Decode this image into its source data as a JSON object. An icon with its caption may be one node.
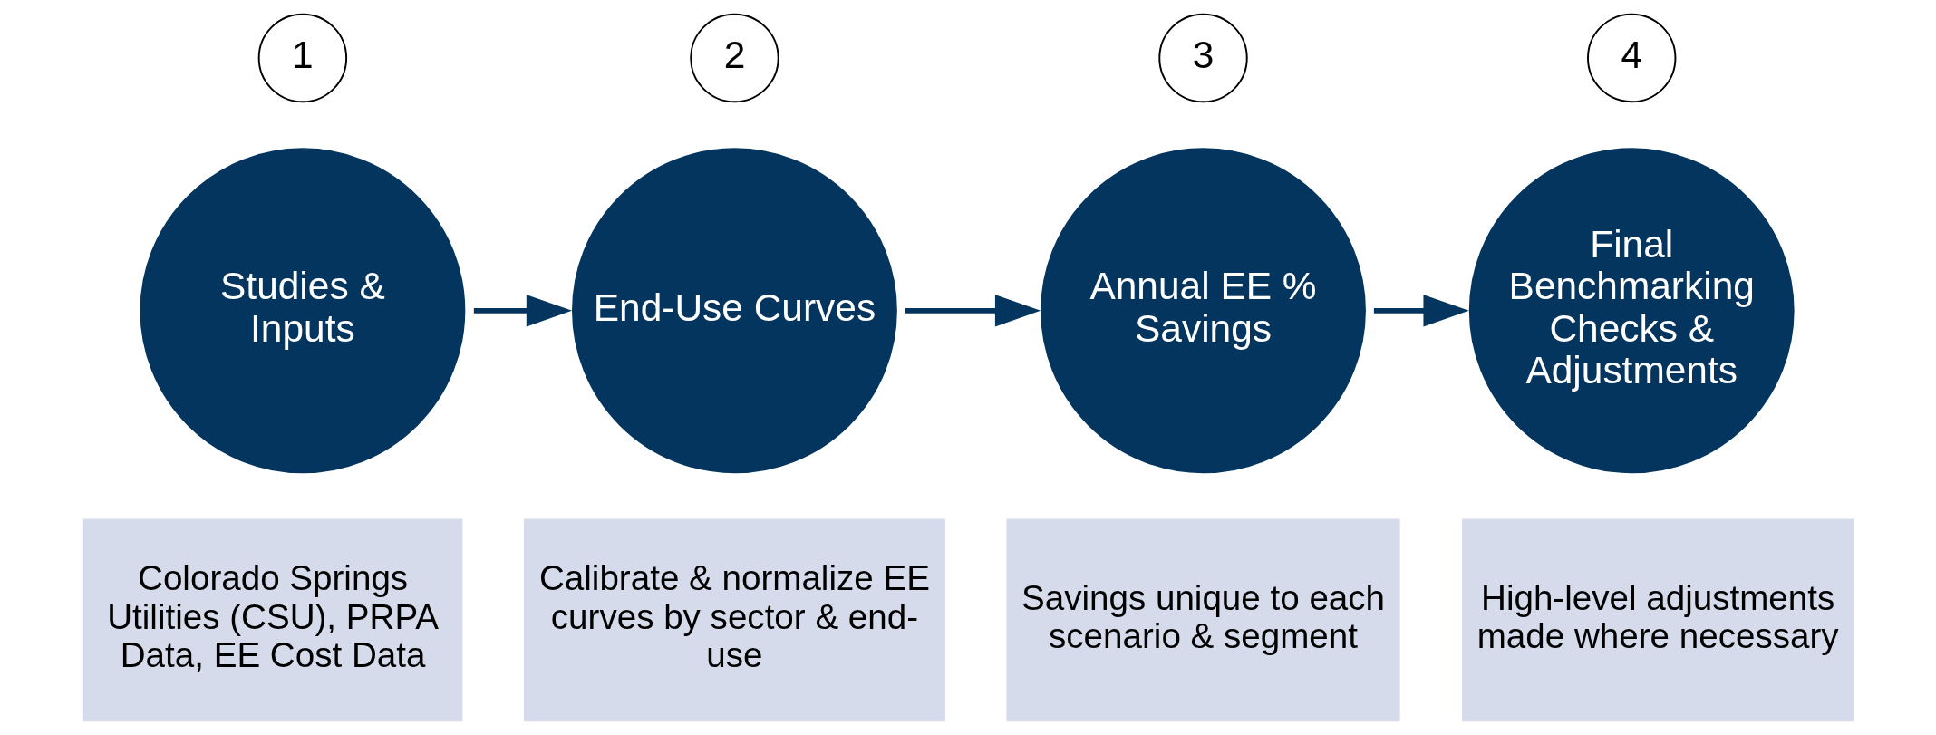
{
  "diagram": {
    "nodes": [
      {
        "text": [
          "1"
        ]
      },
      {
        "text": [
          "Studies & Inputs"
        ]
      },
      {
        "text": [
          "Colorado Springs Utilities (CSU), PRPA Data, EE Cost Data"
        ]
      },
      {
        "text": [
          "2"
        ]
      },
      {
        "text": [
          "End-Use Curves"
        ]
      },
      {
        "text": [
          "Calibrate & normalize EE curves by sector & end-use"
        ]
      },
      {
        "text": [
          "3"
        ]
      },
      {
        "text": [
          "Annual EE % Savings"
        ]
      },
      {
        "text": [
          "Savings unique to each scenario & segment"
        ]
      },
      {
        "text": [
          "4"
        ]
      },
      {
        "text": [
          "Final Benchmarking Checks & Adjustments"
        ]
      },
      {
        "text": [
          "High-level adjustments made where necessary"
        ]
      }
    ],
    "edges": [
      {
        "from": 1,
        "to": 4,
        "arrow": "to"
      },
      {
        "from": 4,
        "to": 7,
        "arrow": "to"
      },
      {
        "from": 7,
        "to": 10,
        "arrow": "to"
      }
    ]
  }
}
